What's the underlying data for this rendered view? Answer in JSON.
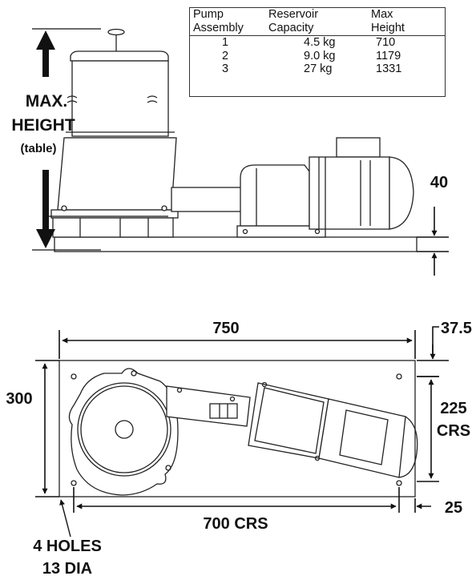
{
  "table": {
    "headers": [
      [
        "Pump",
        "Assembly"
      ],
      [
        "Reservoir",
        "Capacity"
      ],
      [
        "Max",
        "Height"
      ]
    ],
    "rows": [
      [
        "1",
        "4.5 kg",
        "710"
      ],
      [
        "2",
        "9.0 kg",
        "1179"
      ],
      [
        "3",
        "27 kg",
        "1331"
      ]
    ]
  },
  "labels": {
    "max": "MAX.",
    "height": "HEIGHT",
    "table_note": "(table)",
    "base_thickness": "40",
    "length": "750",
    "edge_offset": "37.5",
    "width": "300",
    "hole_spacing": "225",
    "hole_spacing_unit": "CRS",
    "hole_length": "700 CRS",
    "hole_inset": "25",
    "holes_count": "4 HOLES",
    "holes_dia": "13 DIA"
  }
}
